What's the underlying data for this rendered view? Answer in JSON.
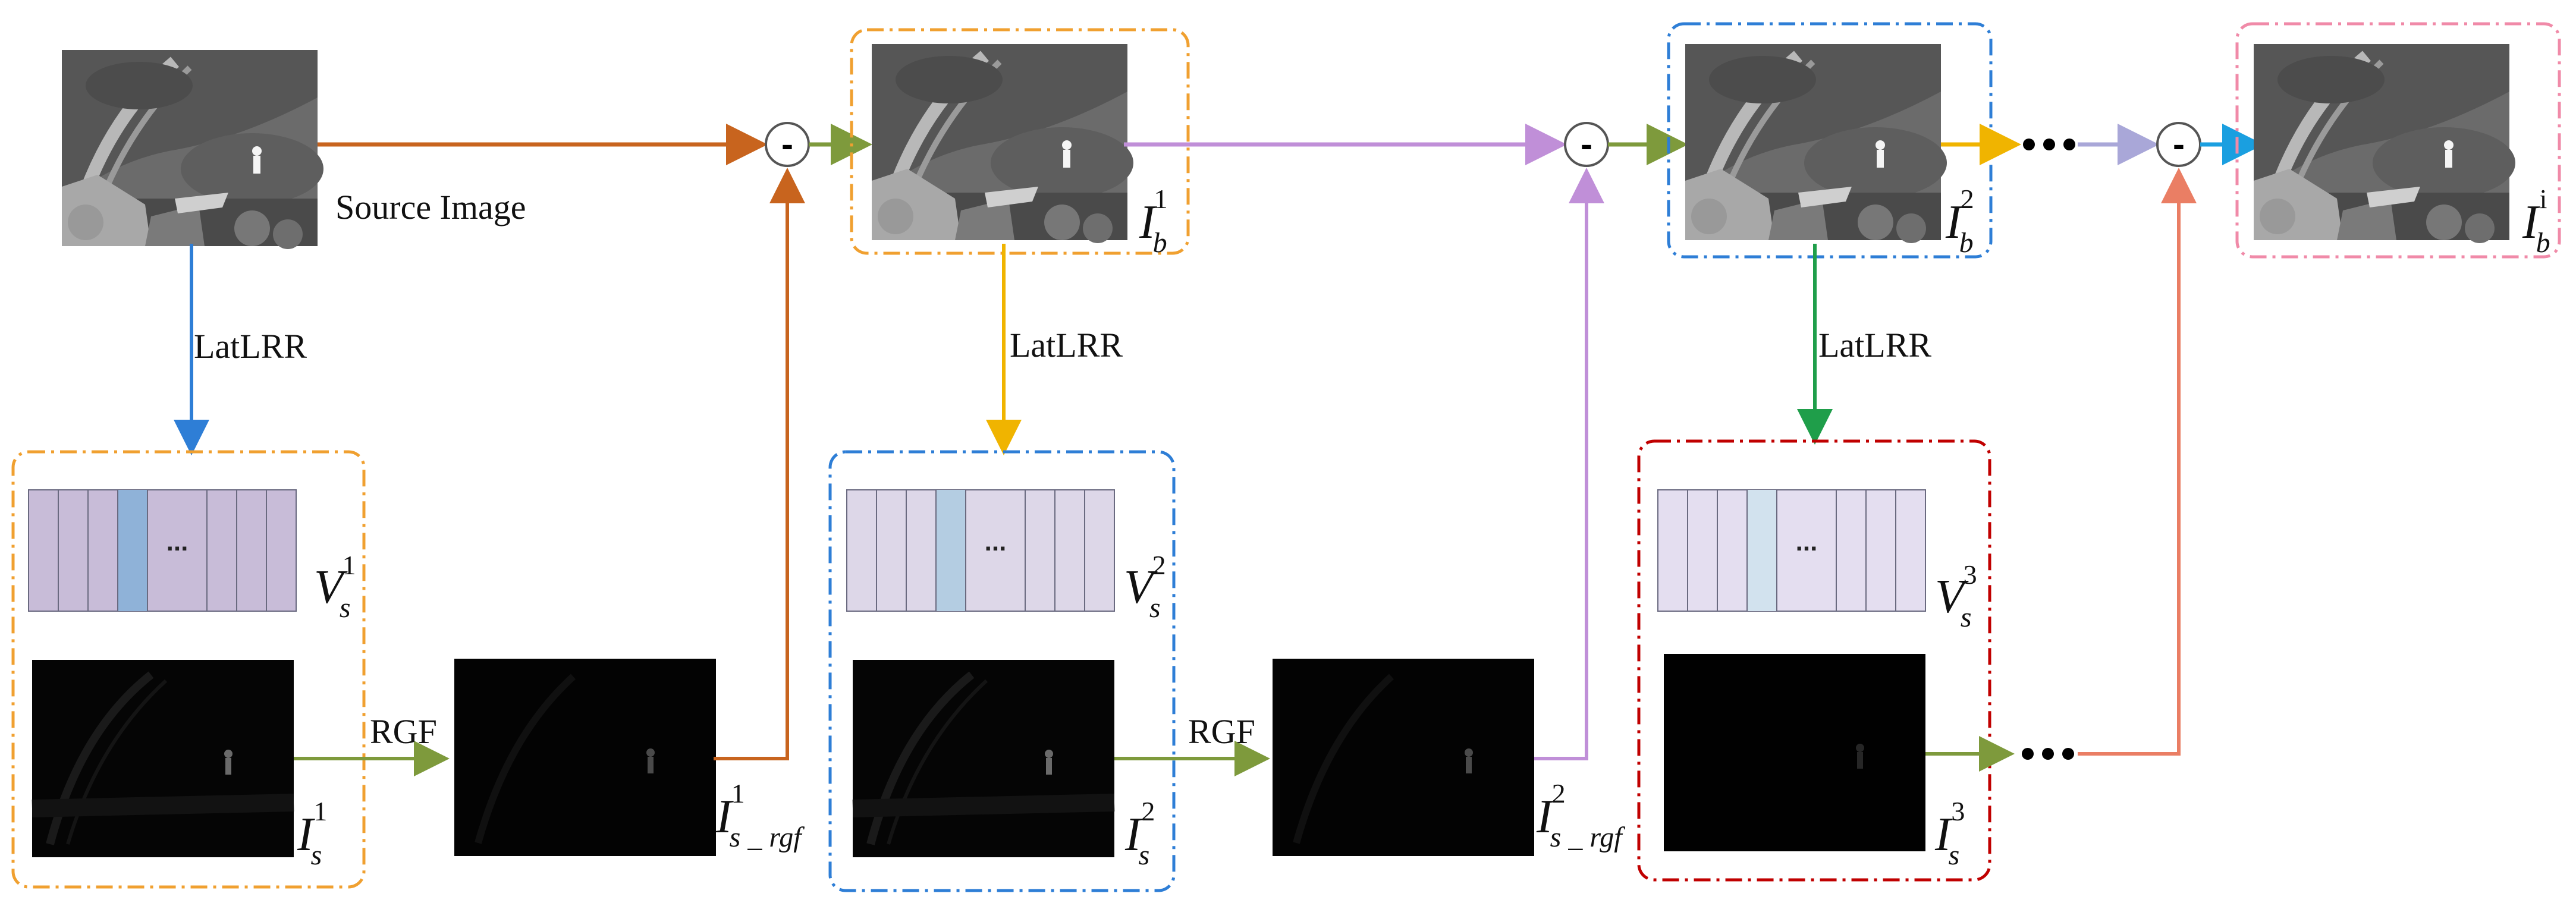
{
  "labels": {
    "source_image": "Source Image",
    "latlrr": "LatLRR",
    "rgf": "RGF",
    "ellipsis": "...",
    "minus": "-",
    "I": "I",
    "V": "V",
    "b": "b",
    "s": "s",
    "s_rgf": "s _ rgf",
    "sup_1": "1",
    "sup_2": "2",
    "sup_3": "3",
    "sup_i": "i"
  },
  "colors": {
    "orange_arrow": "#c8641e",
    "blue_arrow": "#2e7ed6",
    "yellow_arrow": "#f0b400",
    "green_arrow": "#1f9e4a",
    "olive_arrow": "#7e9a3c",
    "purple_arrow": "#c08fd8",
    "lavender_arrow": "#a9a7d8",
    "cyan_arrow": "#1a9fe0",
    "salmon_arrow": "#ea7e64",
    "box_orange": "#f0a030",
    "box_blue": "#2e7ed6",
    "box_red": "#c00000",
    "box_pink": "#f08aa8",
    "stripe_fill": "#c8bcd8",
    "stripe_highlight": "#8fb2d8"
  }
}
